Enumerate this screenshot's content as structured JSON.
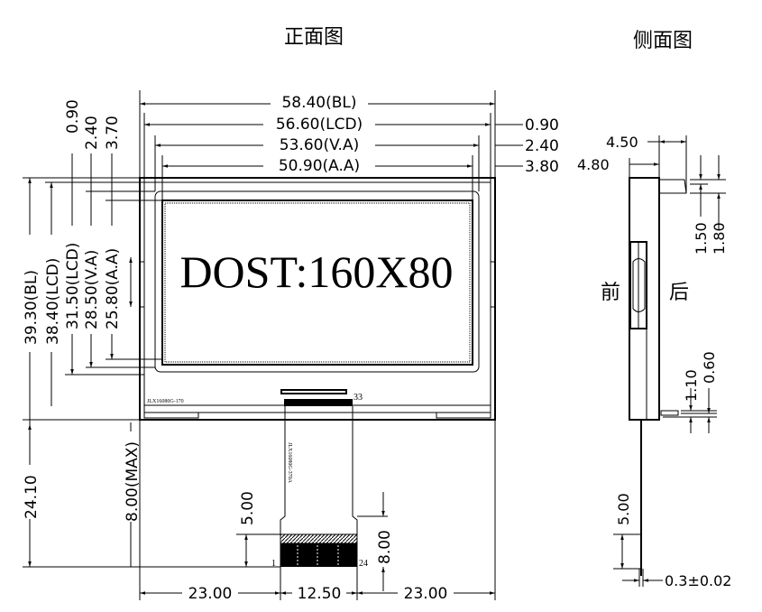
{
  "titles": {
    "front": "正面图",
    "side": "侧面图"
  },
  "display_text": "DOST:160X80",
  "panel_model": "JLX16080G-170",
  "fpc_model": "JLX16080G-370A",
  "pins": {
    "first": "1",
    "last": "24",
    "top": "33"
  },
  "front_dims": {
    "bl_width": "58.40(BL)",
    "lcd_width": "56.60(LCD)",
    "va_width": "53.60(V.A)",
    "aa_width": "50.90(A.A)",
    "right_lcd": "0.90",
    "right_va": "2.40",
    "right_aa": "3.80",
    "top_lcd": "0.90",
    "top_va": "2.40",
    "top_aa": "3.70",
    "bl_height": "39.30(BL)",
    "lcd_height": "38.40(LCD)",
    "lcd_height2": "31.50(LCD)",
    "va_height": "28.50(V.A)",
    "aa_height": "25.80(A.A)",
    "fpc_length": "24.10",
    "fpc_max": "8.00(MAX)",
    "fpc_5": "5.00",
    "fpc_8": "8.00",
    "bottom_left": "23.00",
    "bottom_mid": "12.50",
    "bottom_right": "23.00"
  },
  "side_dims": {
    "d450": "4.50",
    "d480": "4.80",
    "d150": "1.50",
    "d180": "1.80",
    "d110": "1.10",
    "d060": "0.60",
    "d500": "5.00",
    "thick": "0.3±0.02",
    "front": "前",
    "back": "后"
  }
}
